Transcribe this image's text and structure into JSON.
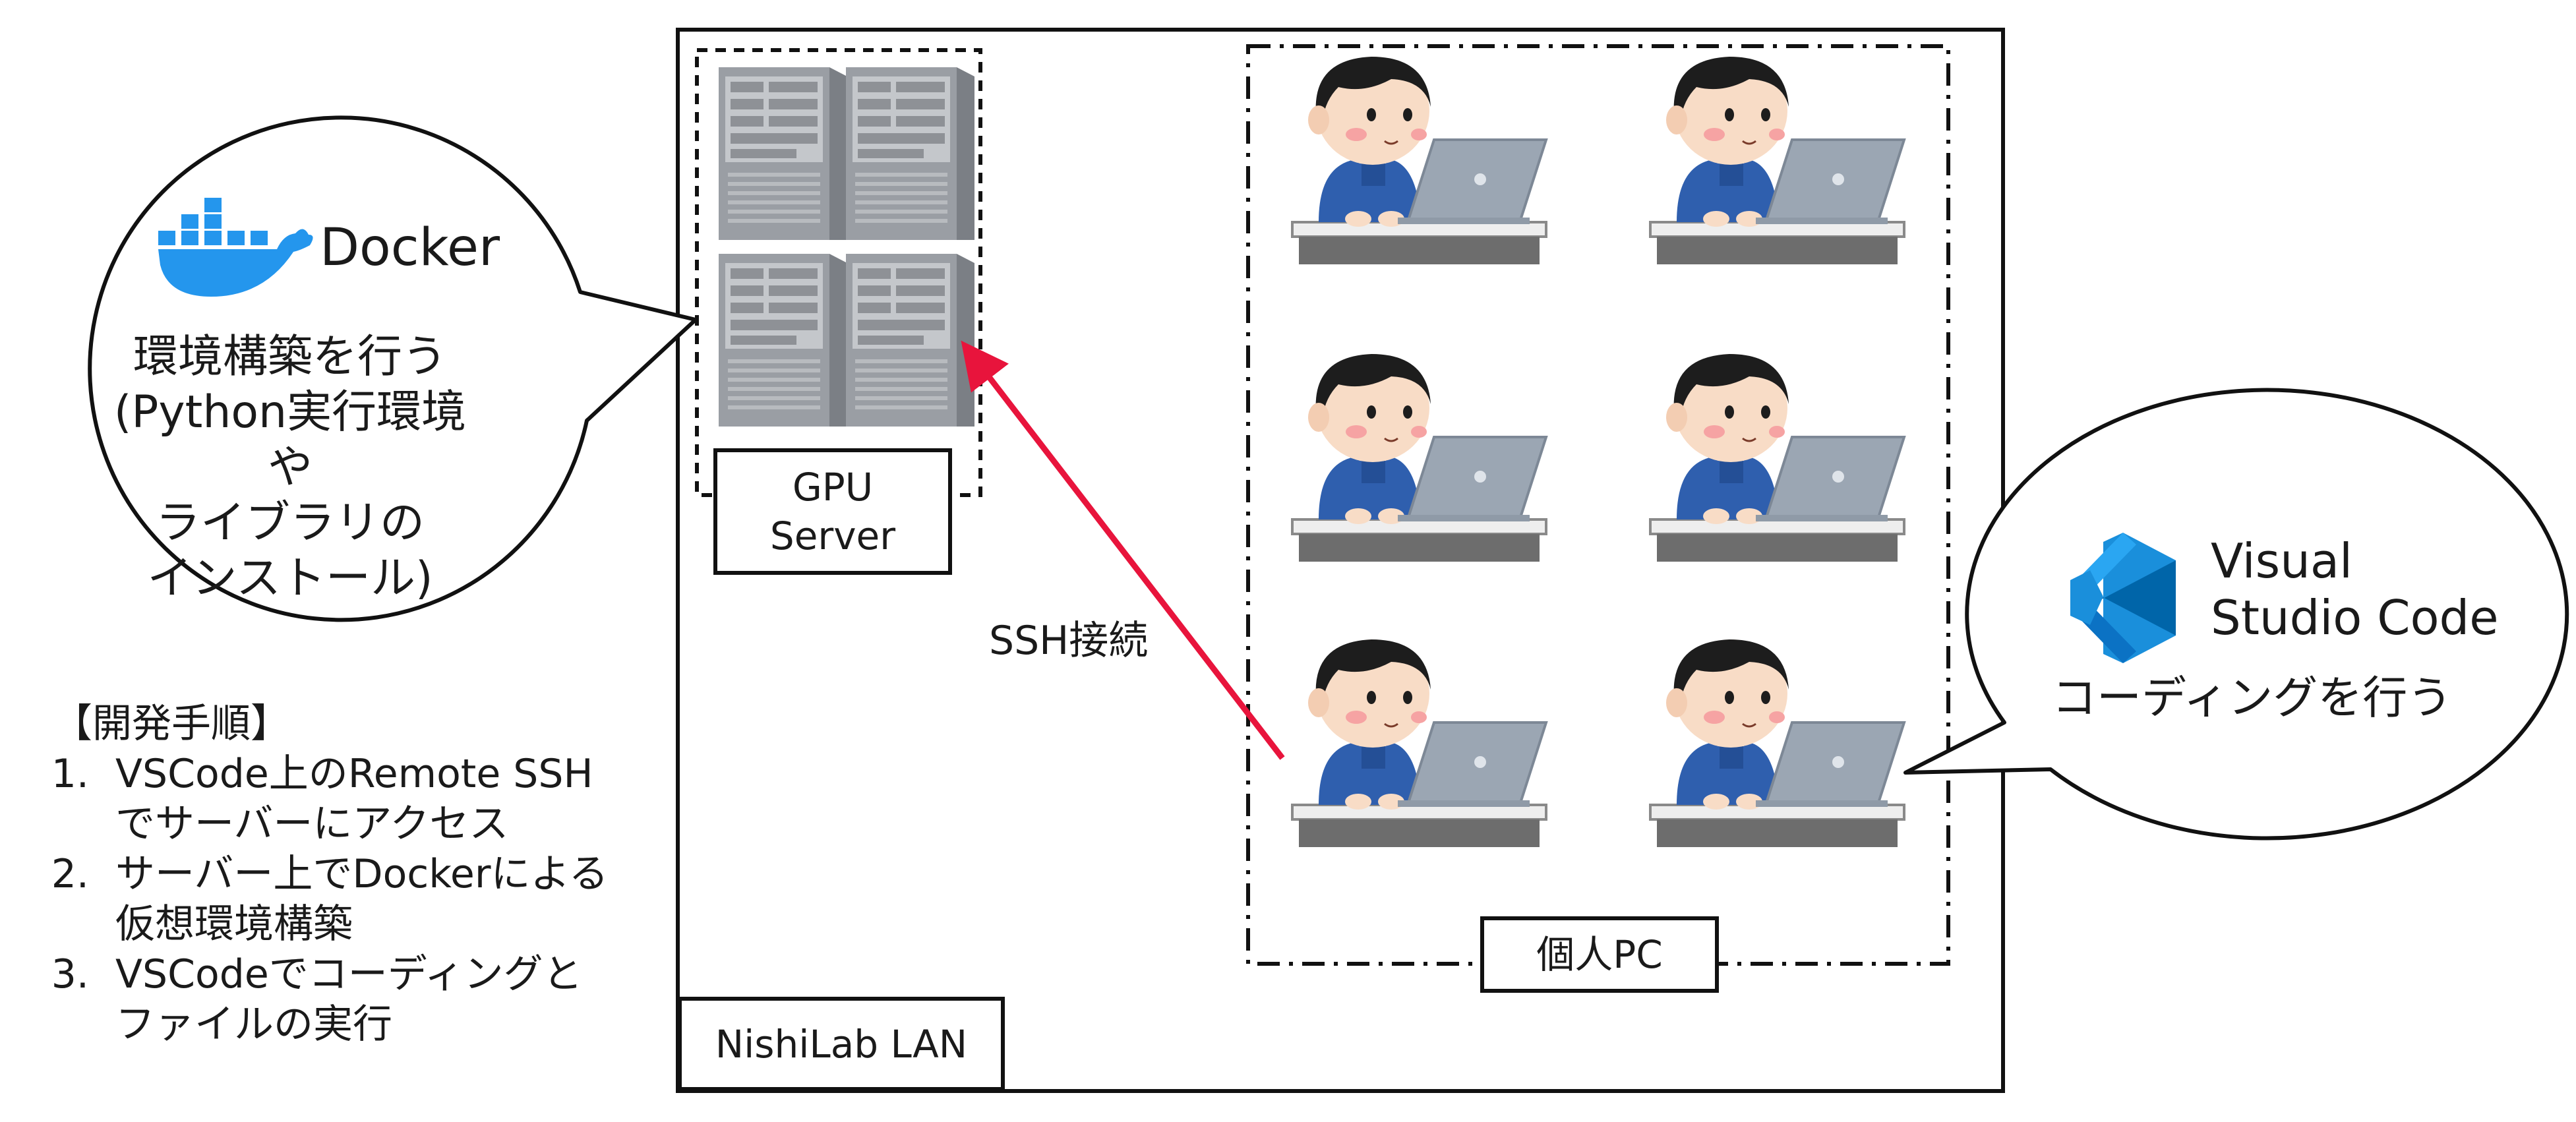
{
  "docker": {
    "label": "Docker",
    "text_lines": [
      "環境構築を行う",
      "(Python実行環境や",
      "ライブラリの",
      "インストール)"
    ],
    "icon": "docker-whale-icon",
    "color": "#2496ED"
  },
  "vscode": {
    "label_lines": [
      "Visual",
      "Studio Code"
    ],
    "text": "コーディングを行う",
    "icon": "vscode-icon",
    "color": "#0078D4"
  },
  "gpu_server": {
    "label_lines": [
      "GPU",
      "Server"
    ]
  },
  "personal_pc": {
    "label": "個人PC"
  },
  "lan": {
    "label": "NishiLab LAN"
  },
  "connection": {
    "label": "SSH接続",
    "color": "#E8143C"
  },
  "procedure": {
    "title": "【開発手順】",
    "steps": [
      {
        "num": "1.",
        "lines": [
          "VSCode上のRemote SSH",
          "でサーバーにアクセス"
        ]
      },
      {
        "num": "2.",
        "lines": [
          "サーバー上でDockerによる",
          "仮想環境構築"
        ]
      },
      {
        "num": "3.",
        "lines": [
          "VSCodeでコーディングと",
          "ファイルの実行"
        ]
      }
    ]
  }
}
